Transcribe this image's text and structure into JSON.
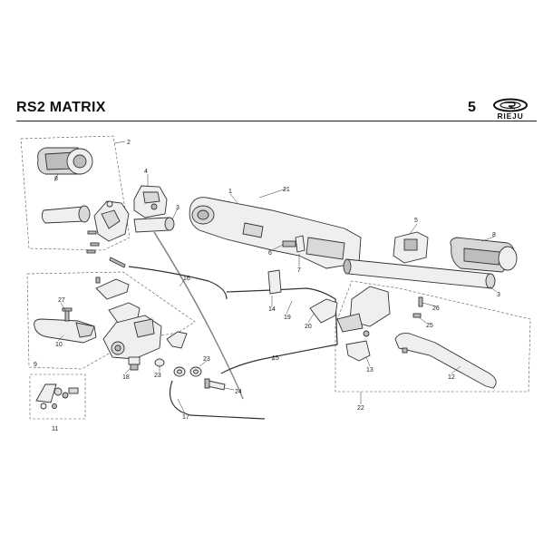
{
  "header": {
    "title": "RS2 MATRIX",
    "page_number": "5",
    "brand_logo_text": "RIEJU"
  },
  "callouts": [
    {
      "id": "c1",
      "label": "1"
    },
    {
      "id": "c2",
      "label": "2"
    },
    {
      "id": "c3a",
      "label": "3"
    },
    {
      "id": "c3b",
      "label": "3"
    },
    {
      "id": "c4",
      "label": "4"
    },
    {
      "id": "c5",
      "label": "5"
    },
    {
      "id": "c6",
      "label": "6"
    },
    {
      "id": "c7",
      "label": "7"
    },
    {
      "id": "c8a",
      "label": "8"
    },
    {
      "id": "c8b",
      "label": "8"
    },
    {
      "id": "c9",
      "label": "9"
    },
    {
      "id": "c10",
      "label": "10"
    },
    {
      "id": "c11",
      "label": "11"
    },
    {
      "id": "c12",
      "label": "12"
    },
    {
      "id": "c13",
      "label": "13"
    },
    {
      "id": "c14",
      "label": "14"
    },
    {
      "id": "c15",
      "label": "15"
    },
    {
      "id": "c16",
      "label": "16"
    },
    {
      "id": "c17",
      "label": "17"
    },
    {
      "id": "c18",
      "label": "18"
    },
    {
      "id": "c19",
      "label": "19"
    },
    {
      "id": "c20",
      "label": "20"
    },
    {
      "id": "c21",
      "label": "21"
    },
    {
      "id": "c22",
      "label": "22"
    },
    {
      "id": "c23a",
      "label": "23"
    },
    {
      "id": "c23b",
      "label": "23"
    },
    {
      "id": "c24",
      "label": "24"
    },
    {
      "id": "c25",
      "label": "25"
    },
    {
      "id": "c26",
      "label": "26"
    },
    {
      "id": "c27",
      "label": "27"
    }
  ]
}
